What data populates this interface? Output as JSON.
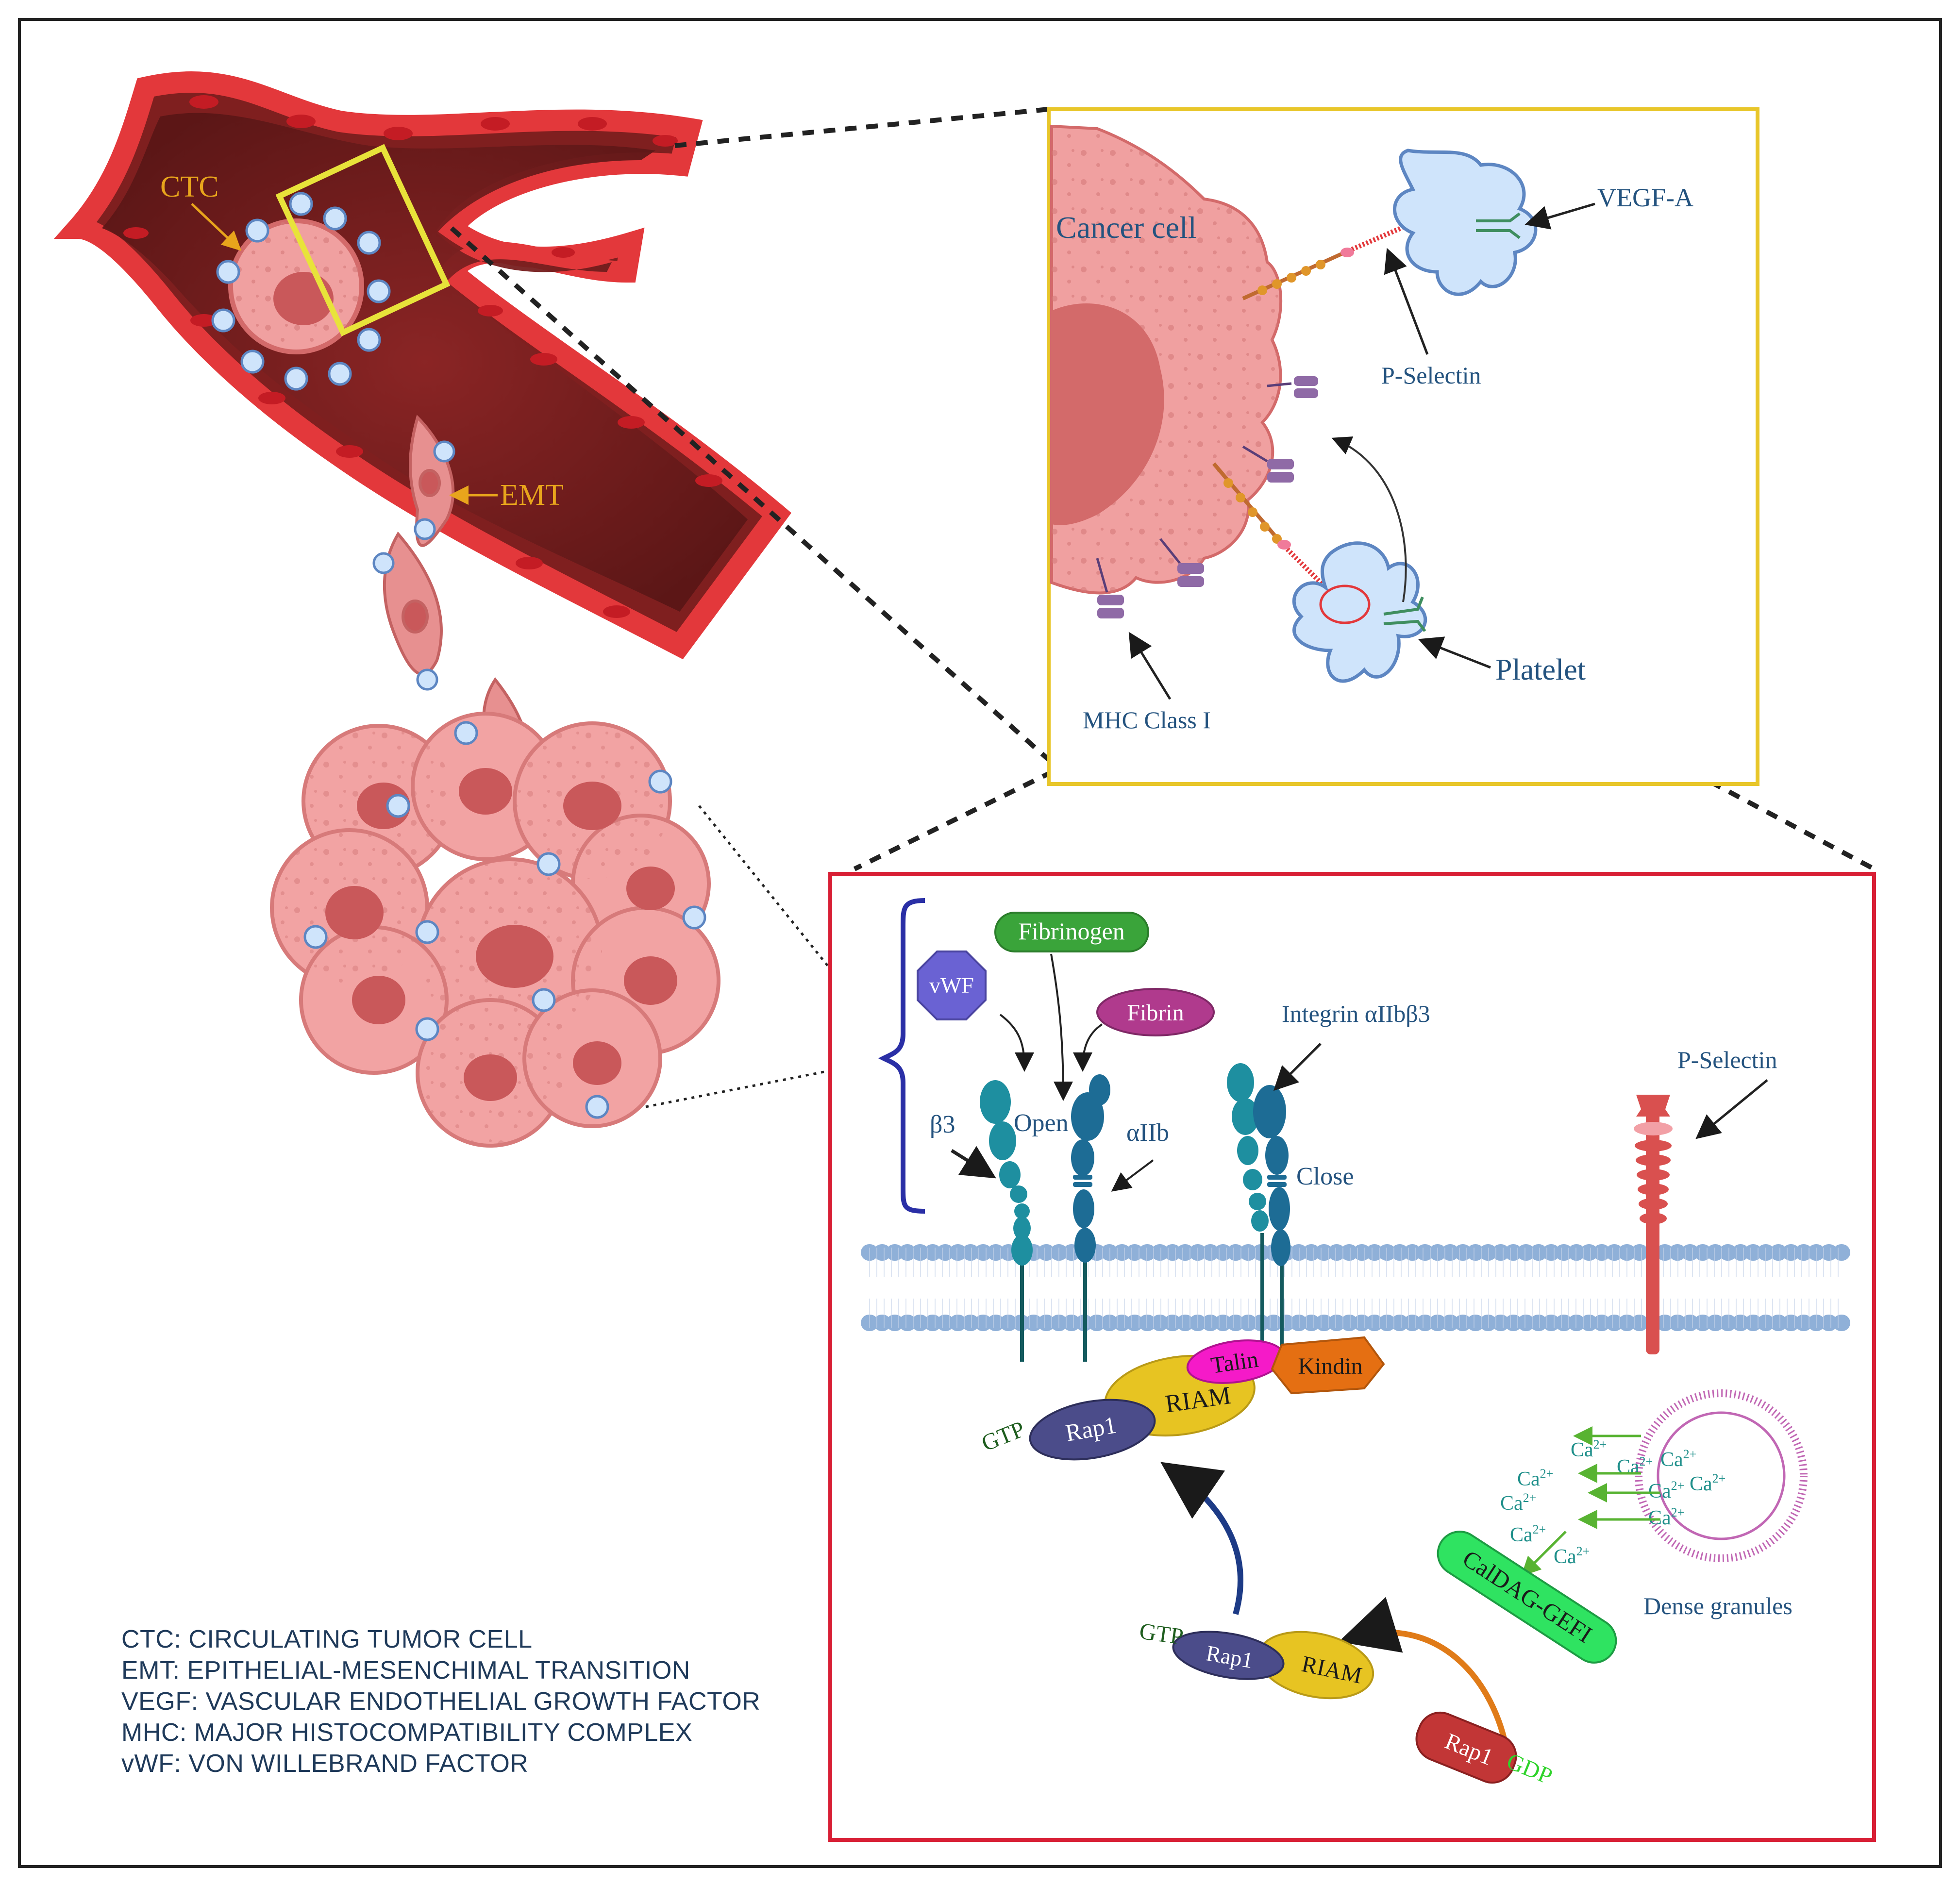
{
  "labels": {
    "ctc": "CTC",
    "emt": "EMT",
    "cancer_cell": "Cancer cell",
    "vegf_a": "VEGF-A",
    "p_selectin_top": "P-Selectin",
    "mhc_class_i": "MHC Class  I",
    "platelet": "Platelet",
    "fibrinogen": "Fibrinogen",
    "vwf": "vWF",
    "fibrin": "Fibrin",
    "integrin": "Integrin αIIbβ3",
    "p_selectin_bottom": "P-Selectin",
    "beta3": "β3",
    "open": "Open",
    "alpha_iib": "αIIb",
    "close": "Close",
    "talin": "Talin",
    "kindin": "Kindin",
    "riam_top": "RIAM",
    "rap1_top": "Rap1",
    "gtp_top": "GTP",
    "caldag": "CalDAG-GEFI",
    "gtp_bottom": "GTP",
    "rap1_mid": "Rap1",
    "riam_bottom": "RIAM",
    "rap1_bottom": "Rap1",
    "gdp": "GDP",
    "dense_granules": "Dense granules",
    "ca": "Ca",
    "ca_sup": "2+"
  },
  "legend": [
    "CTC: CIRCULATING TUMOR CELL",
    "EMT: EPITHELIAL-MESENCHIMAL TRANSITION",
    "VEGF: VASCULAR ENDOTHELIAL GROWTH  FACTOR",
    "MHC: MAJOR HISTOCOMPATIBILITY COMPLEX",
    "vWF: VON WILLEBRAND FACTOR"
  ],
  "colors": {
    "vessel_wall": "#e3383b",
    "vessel_lumen": "#8a2424",
    "cancer_cell": "#f0a0a0",
    "cancer_nucleus": "#d36a6a",
    "platelet": "#cfe4fb",
    "yellow_frame": "#e8c62a",
    "red_frame": "#d81f35",
    "label_blue": "#24537f",
    "label_gold": "#e8a51c",
    "integrin_teal": "#1e8fa0",
    "integrin_dark": "#1d6c95",
    "membrane": "#8fb0d8",
    "rap1": "#4b4c8a",
    "riam": "#e7c422",
    "talin": "#f51ac8",
    "kindin": "#e56f12",
    "caldag": "#2fe361",
    "fibrinogen": "#3aa43a",
    "fibrin": "#b03a8d",
    "vwf": "#6a62d3",
    "gdp_rap1": "#c23636",
    "granule": "#c167b4"
  }
}
